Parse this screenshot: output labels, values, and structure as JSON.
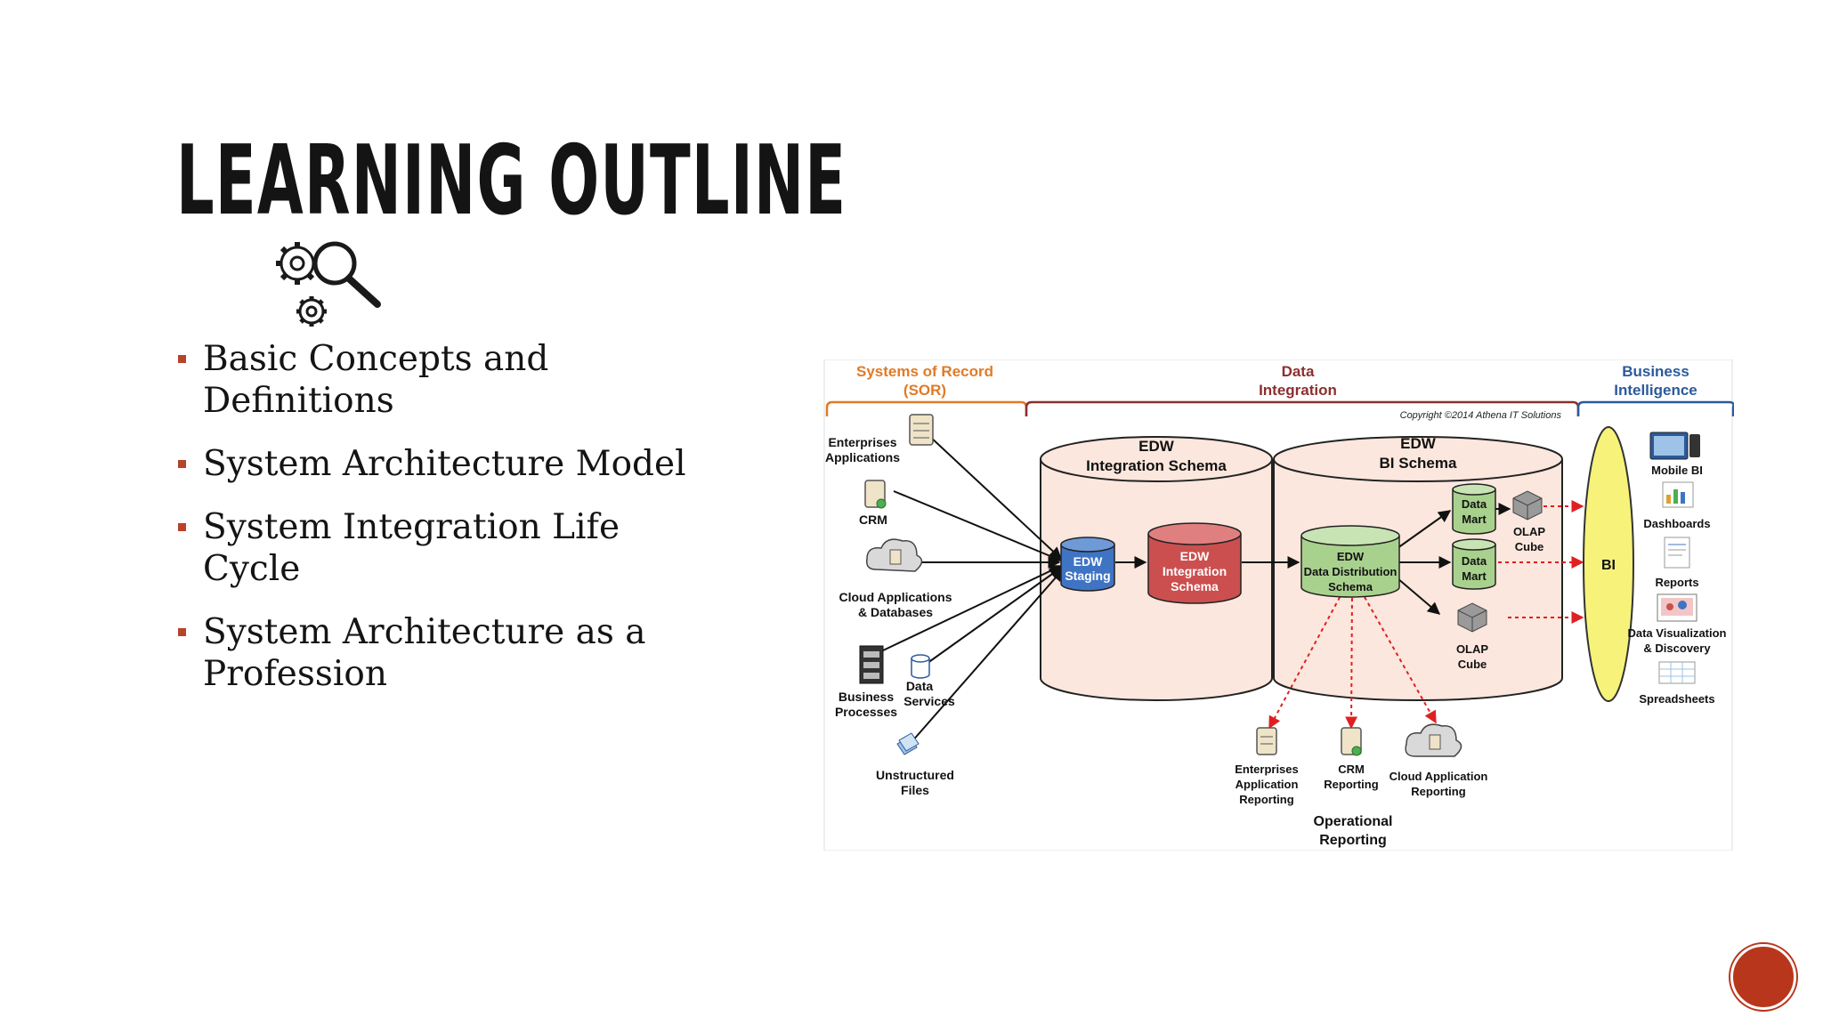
{
  "slide": {
    "title": "LEARNING OUTLINE",
    "bullets": [
      "Basic Concepts and Definitions",
      "System Architecture Model",
      "System Integration Life Cycle",
      "System Architecture as a Profession"
    ]
  },
  "diagram": {
    "sections": {
      "sor": [
        "Systems of Record",
        "(SOR)"
      ],
      "di": [
        "Data",
        "Integration"
      ],
      "bi": [
        "Business",
        "Intelligence"
      ]
    },
    "copyright": "Copyright ©2014 Athena IT Solutions",
    "sources": {
      "enterprise": [
        "Enterprises",
        "Applications"
      ],
      "crm": "CRM",
      "cloud": [
        "Cloud Applications",
        "& Databases"
      ],
      "business": [
        "Business",
        "Processes"
      ],
      "dataservices": [
        "Data",
        "Services"
      ],
      "unstructured": [
        "Unstructured",
        "Files"
      ]
    },
    "integration_schema": [
      "EDW",
      "Integration Schema"
    ],
    "bi_schema": [
      "EDW",
      "BI Schema"
    ],
    "staging": [
      "EDW",
      "Staging"
    ],
    "edw_integration": [
      "EDW",
      "Integration",
      "Schema"
    ],
    "distribution": [
      "EDW",
      "Data Distribution",
      "Schema"
    ],
    "data_mart": [
      "Data",
      "Mart"
    ],
    "olap_cube": [
      "OLAP",
      "Cube"
    ],
    "bi": "BI",
    "bi_outputs": [
      "Mobile BI",
      "Dashboards",
      "Reports",
      "Data Visualization",
      "& Discovery",
      "Spreadsheets"
    ],
    "reporting": {
      "enterprise": [
        "Enterprises",
        "Application",
        "Reporting"
      ],
      "crm": [
        "CRM",
        "Reporting"
      ],
      "cloud": [
        "Cloud Application",
        "Reporting"
      ]
    },
    "operational": [
      "Operational",
      "Reporting"
    ]
  },
  "colors": {
    "accent": "#b5442b",
    "sor_label": "#e07b26",
    "di_label": "#8b2f2f",
    "bi_label": "#2b5a9c",
    "cylinder_fill": "#fbe7dd",
    "staging_fill": "#3f74c4",
    "integration_fill": "#cc4f4f",
    "mart_fill": "#a9d18e",
    "bi_ellipse": "#f7f37a",
    "red_arrow": "#e02020"
  }
}
